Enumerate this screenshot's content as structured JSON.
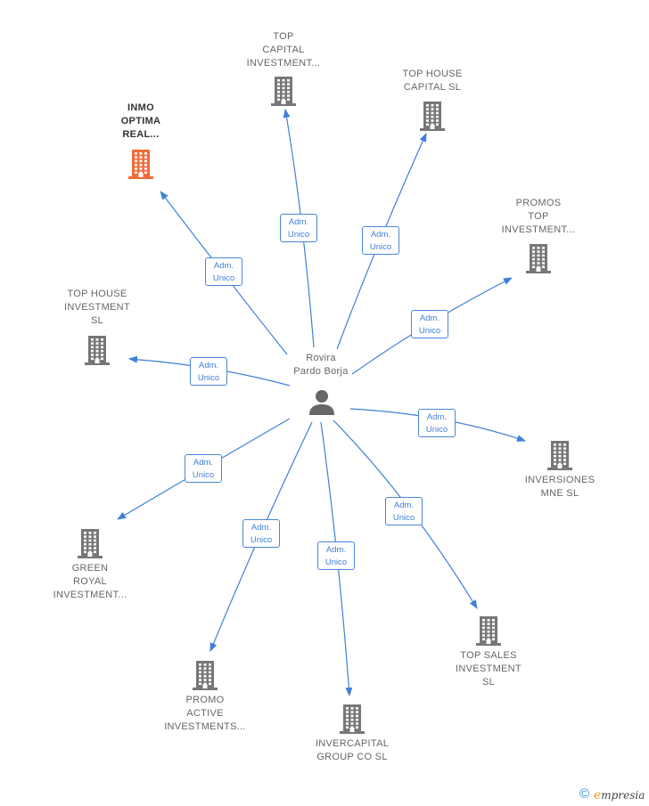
{
  "center": {
    "label": "Rovira\nPardo Borja",
    "icon": "person-icon",
    "color": "#666666"
  },
  "colors": {
    "edge": "#3f7fd8",
    "building": "#777777",
    "highlight": "#f26b3a"
  },
  "nodes": [
    {
      "id": "inmo-optima",
      "label": "INMO\nOPTIMA\nREAL...",
      "icon": "building-icon",
      "highlight": true
    },
    {
      "id": "top-capital-investment",
      "label": "TOP\nCAPITAL\nINVESTMENT...",
      "icon": "building-icon",
      "highlight": false
    },
    {
      "id": "top-house-capital",
      "label": "TOP HOUSE\nCAPITAL  SL",
      "icon": "building-icon",
      "highlight": false
    },
    {
      "id": "promos-top-investment",
      "label": "PROMOS\nTOP\nINVESTMENT...",
      "icon": "building-icon",
      "highlight": false
    },
    {
      "id": "top-house-investment",
      "label": "TOP HOUSE\nINVESTMENT\nSL",
      "icon": "building-icon",
      "highlight": false
    },
    {
      "id": "inversiones-mne",
      "label": "INVERSIONES\nMNE  SL",
      "icon": "building-icon",
      "highlight": false
    },
    {
      "id": "green-royal-investment",
      "label": "GREEN\nROYAL\nINVESTMENT...",
      "icon": "building-icon",
      "highlight": false
    },
    {
      "id": "top-sales-investment",
      "label": "TOP SALES\nINVESTMENT\nSL",
      "icon": "building-icon",
      "highlight": false
    },
    {
      "id": "promo-active-investments",
      "label": "PROMO\nACTIVE\nINVESTMENTS...",
      "icon": "building-icon",
      "highlight": false
    },
    {
      "id": "invercapital-group",
      "label": "INVERCAPITAL\nGROUP CO  SL",
      "icon": "building-icon",
      "highlight": false
    }
  ],
  "edges": [
    {
      "to": "inmo-optima",
      "label": "Adm.\nUnico"
    },
    {
      "to": "top-capital-investment",
      "label": "Adm.\nUnico"
    },
    {
      "to": "top-house-capital",
      "label": "Adm.\nUnico"
    },
    {
      "to": "promos-top-investment",
      "label": "Adm.\nUnico"
    },
    {
      "to": "top-house-investment",
      "label": "Adm.\nUnico"
    },
    {
      "to": "inversiones-mne",
      "label": "Adm.\nUnico"
    },
    {
      "to": "green-royal-investment",
      "label": "Adm.\nUnico"
    },
    {
      "to": "top-sales-investment",
      "label": "Adm.\nUnico"
    },
    {
      "to": "promo-active-investments",
      "label": "Adm.\nUnico"
    },
    {
      "to": "invercapital-group",
      "label": "Adm.\nUnico"
    }
  ],
  "footer": {
    "copyright_symbol": "©",
    "brand_initial": "e",
    "brand_rest": "mpresia"
  }
}
